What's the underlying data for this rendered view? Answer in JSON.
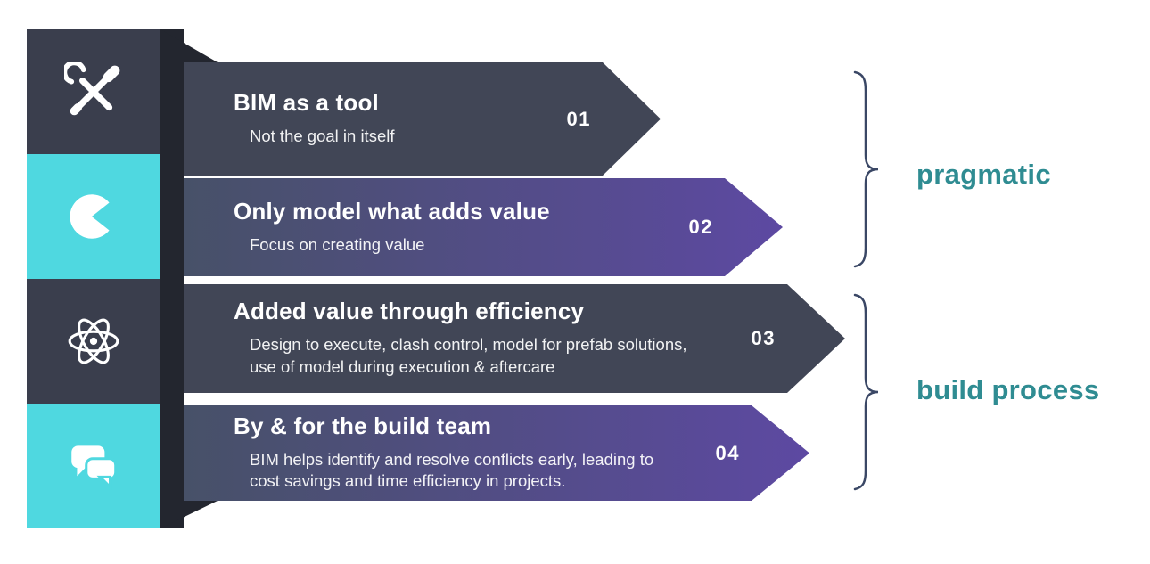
{
  "colors": {
    "dark_square": "#3a3e4d",
    "edge": "#23262f",
    "cyan": "#4fd8e0",
    "arrow_dark": "#414656",
    "gradient_from": "#475168",
    "gradient_to": "#5d49a2",
    "teal_text": "#2f8c92",
    "bracket": "#3a4765",
    "text_white": "#ffffff"
  },
  "icons": [
    "tools-icon",
    "pacman-icon",
    "atom-icon",
    "chat-icon"
  ],
  "arrows": [
    {
      "number": "01",
      "title": "BIM as a tool",
      "subtitle": "Not the goal in itself",
      "style": "dark"
    },
    {
      "number": "02",
      "title": "Only model what adds value",
      "subtitle": "Focus on creating value",
      "style": "gradient"
    },
    {
      "number": "03",
      "title": "Added value through efficiency",
      "subtitle": "Design to execute, clash control, model for prefab solutions, use of model during execution & aftercare",
      "style": "dark"
    },
    {
      "number": "04",
      "title": "By & for the build team",
      "subtitle": "BIM helps identify and resolve conflicts early, leading to cost savings and time efficiency in projects.",
      "style": "gradient"
    }
  ],
  "groups": [
    {
      "label": "pragmatic"
    },
    {
      "label": "build process"
    }
  ]
}
